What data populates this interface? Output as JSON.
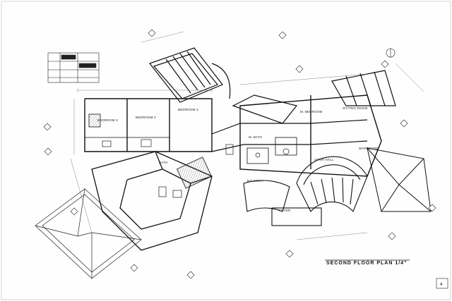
{
  "drawing": {
    "title": "SECOND FLOOR PLAN 1/4\"",
    "sheet_number": "4",
    "rooms": {
      "bedroom_3": "BEDROOM 3",
      "bedroom_2": "BEDROOM 2",
      "bedroom_4": "BEDROOM 4",
      "m_bedroom": "M. BEDROOM",
      "sitting_room": "SITTING ROOM",
      "m_bath": "M. BATH",
      "bath": "BATH",
      "stair_hall": "STAIR HALL",
      "wardrobe": "WARDROBE",
      "foyer": "FOYER",
      "balcony": "BALCONY"
    }
  }
}
